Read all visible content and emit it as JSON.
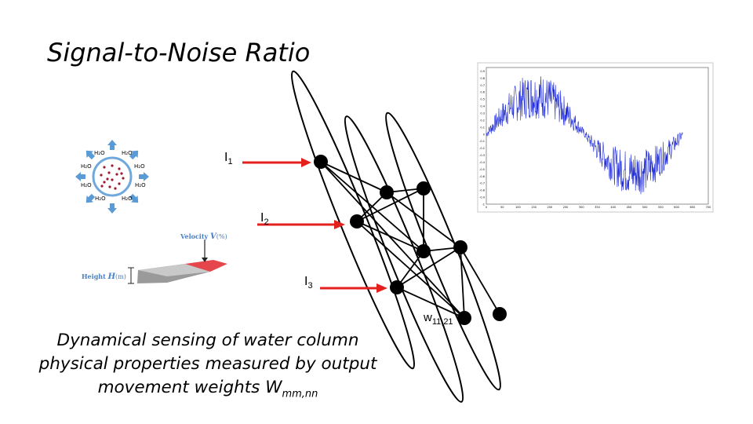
{
  "slide": {
    "title": "Signal-to-Noise Ratio",
    "caption": {
      "line1": "Dynamical sensing of water column",
      "line2": "physical properties measured by output",
      "line3_prefix": "movement weights W",
      "line3_sub": "mm,nn"
    }
  },
  "molecule_diagram": {
    "labels": [
      "H₂O",
      "H₂O",
      "H₂O",
      "H₂O",
      "H₂O",
      "H₂O",
      "H₂O",
      "H₂O"
    ],
    "arrow_color": "#5b9bd5",
    "dot_color": "#9b1b30"
  },
  "flow_diagram": {
    "velocity_label": "Velocity",
    "velocity_symbol": "V",
    "velocity_unit": "(%)",
    "height_label": "Height",
    "height_symbol": "H",
    "height_unit": "(m)",
    "label_color": "#4a7fc1"
  },
  "network": {
    "inputs": [
      {
        "base": "I",
        "sub": "1"
      },
      {
        "base": "I",
        "sub": "2"
      },
      {
        "base": "I",
        "sub": "3"
      }
    ],
    "weight_label_base": "w",
    "weight_label_sub": "11,21",
    "arrow_color": "#e3211c"
  },
  "signal_plot": {
    "x_ticks": [
      "0",
      "50",
      "100",
      "150",
      "200",
      "250",
      "300",
      "350",
      "400",
      "450",
      "500",
      "550",
      "600",
      "650",
      "700"
    ],
    "y_ticks": [
      "0.9",
      "0.8",
      "0.7",
      "0.6",
      "0.5",
      "0.4",
      "0.3",
      "0.2",
      "0.1",
      "0",
      "-0.1",
      "-0.2",
      "-0.3",
      "-0.4",
      "-0.5",
      "-0.6",
      "-0.7",
      "-0.8",
      "-0.9",
      "-1"
    ],
    "line_color": "#1f2bd6"
  }
}
